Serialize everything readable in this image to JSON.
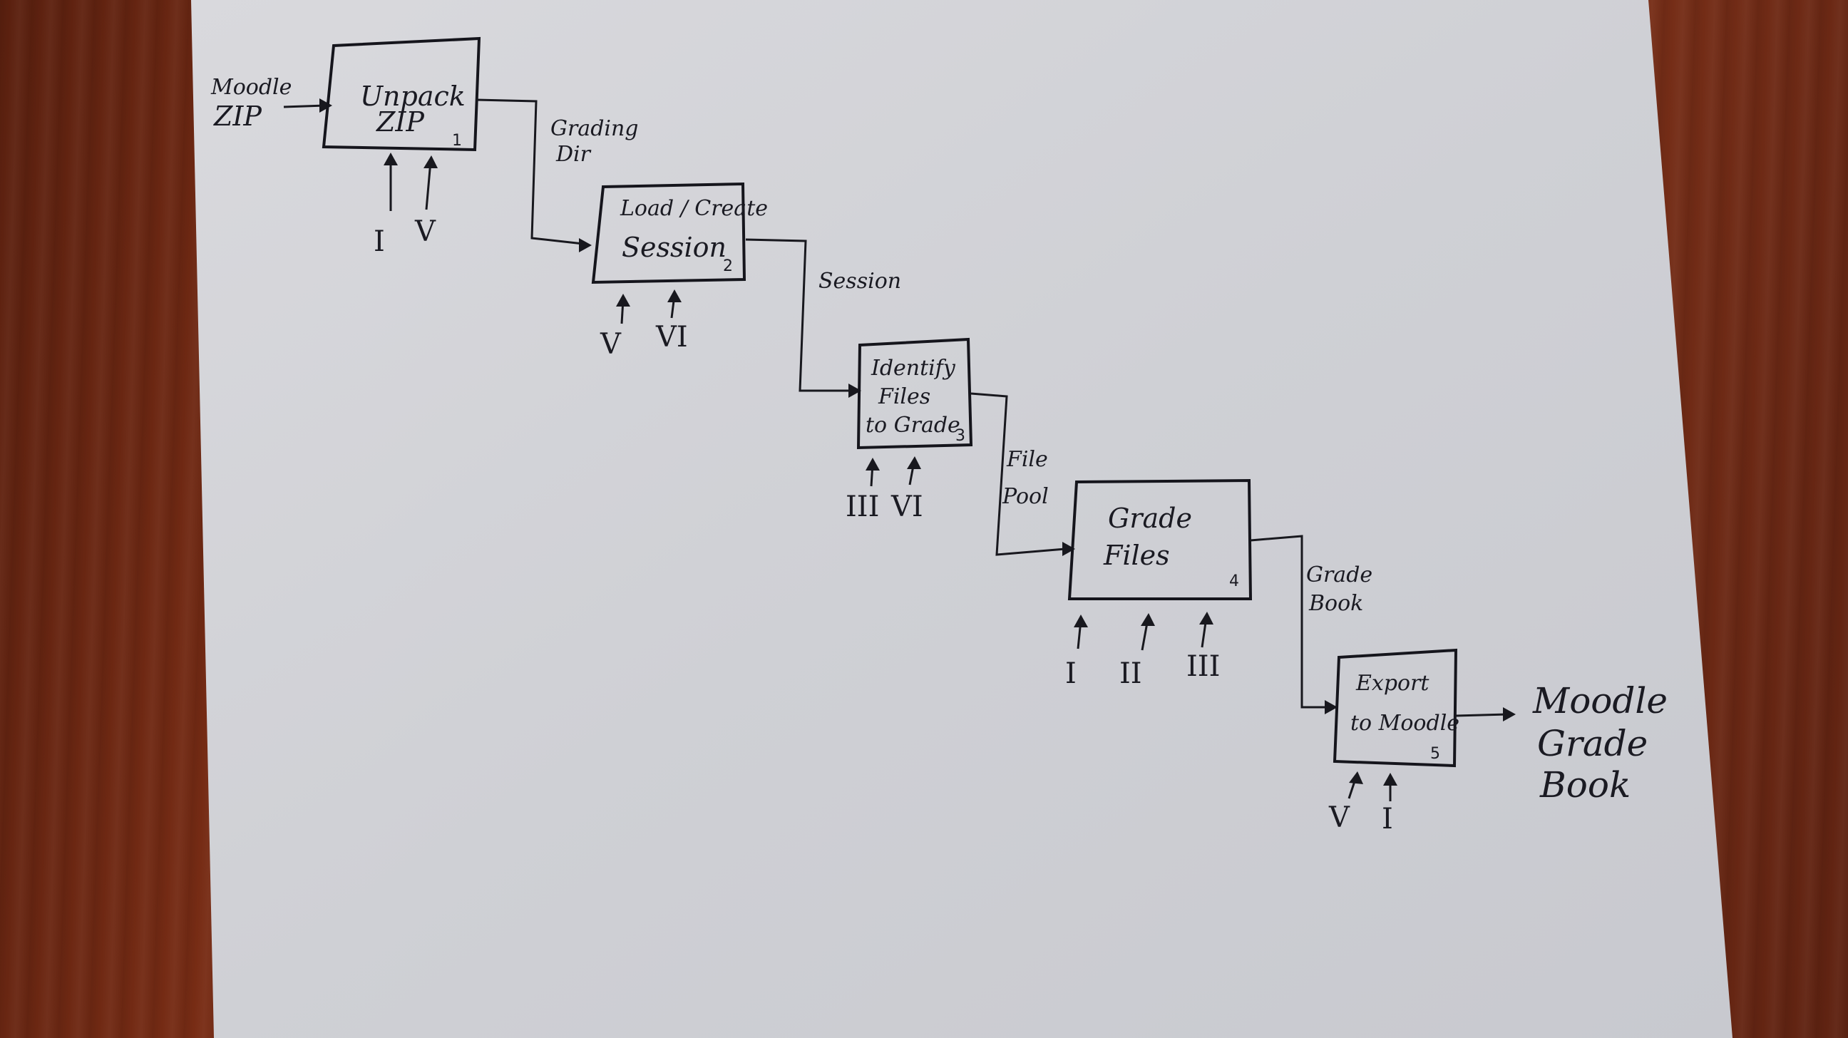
{
  "diagram": {
    "input_label": [
      "Moodle",
      "ZIP"
    ],
    "output_label": [
      "Moodle",
      "Grade",
      "Book"
    ],
    "steps": [
      {
        "lines": [
          "Unpack",
          "ZIP"
        ],
        "number": "1",
        "controls": [
          "I",
          "V"
        ]
      },
      {
        "lines": [
          "Load / Create",
          "Session"
        ],
        "number": "2",
        "controls": [
          "V",
          "VI"
        ]
      },
      {
        "lines": [
          "Identify",
          "Files",
          "to Grade"
        ],
        "number": "3",
        "controls": [
          "III",
          "VI"
        ]
      },
      {
        "lines": [
          "Grade",
          "Files"
        ],
        "number": "4",
        "controls": [
          "I",
          "II",
          "III"
        ]
      },
      {
        "lines": [
          "Export",
          "to Moodle"
        ],
        "number": "5",
        "controls": [
          "V",
          "I"
        ]
      }
    ],
    "connectors": [
      {
        "lines": [
          "Grading",
          "Dir"
        ]
      },
      {
        "lines": [
          "Session"
        ]
      },
      {
        "lines": [
          "File",
          "Pool"
        ]
      },
      {
        "lines": [
          "Grade",
          "Book"
        ]
      }
    ]
  }
}
